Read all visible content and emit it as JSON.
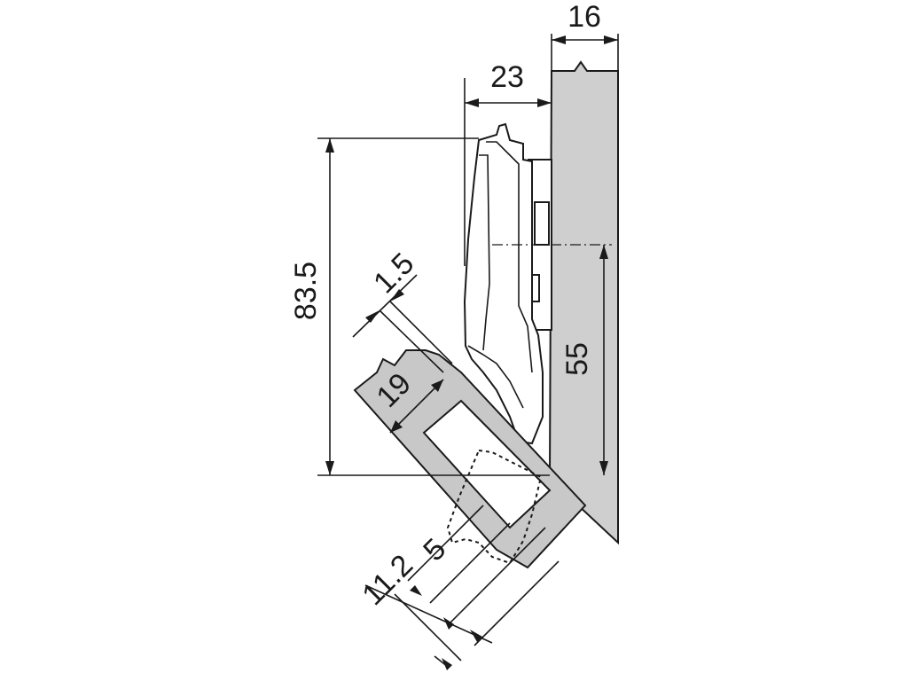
{
  "dimensions": {
    "panel_thickness": "16",
    "overlay": "23",
    "hinge_height": "83.5",
    "gap": "1.5",
    "screw_position": "55",
    "door_thickness": "19",
    "cup_distance": "5",
    "cup_depth": "11.2"
  }
}
